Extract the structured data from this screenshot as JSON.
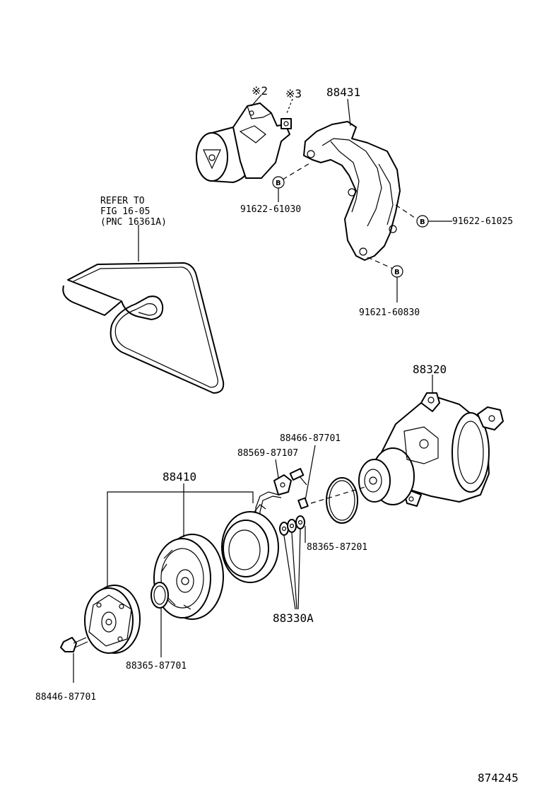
{
  "labels": {
    "note2": "※2",
    "note3": "※3",
    "bracket": "88431",
    "bolt_b1": "91622-61030",
    "bolt_b2": "91622-61025",
    "bolt_b3": "91621-60830",
    "refer_line1": "REFER TO",
    "refer_line2": "FIG 16-05",
    "refer_line3": "(PNC 16361A)",
    "compressor": "88320",
    "sensor": "88466-87701",
    "wire_clamp": "88569-87107",
    "clutch_assy": "88410",
    "shim_a": "88365-87201",
    "shim_set": "88330A",
    "snap_ring": "88365-87701",
    "hub_bolt": "88446-87701",
    "diagram_no": "874245",
    "bolt_letter": "B"
  }
}
